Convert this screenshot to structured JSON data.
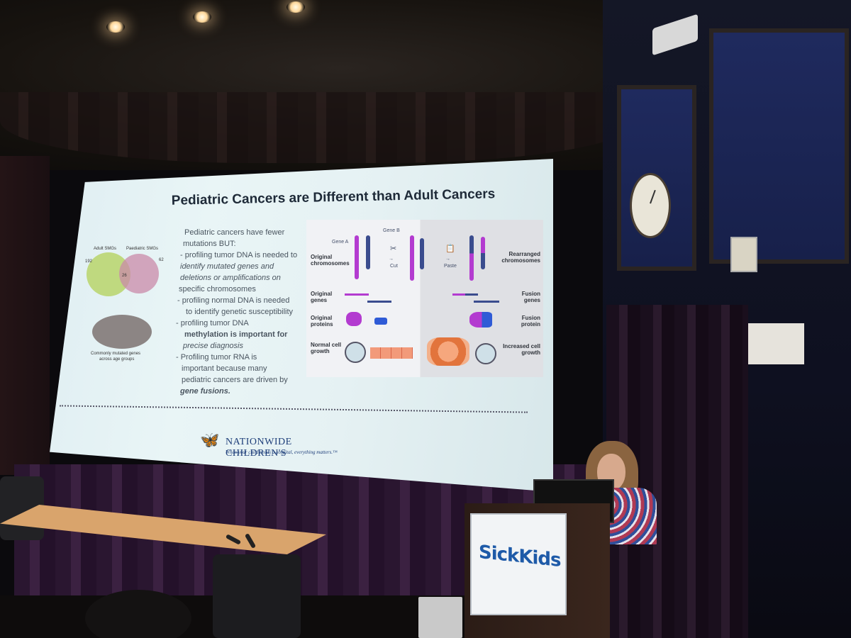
{
  "slide": {
    "title": "Pediatric Cancers are Different than Adult Cancers",
    "venn": {
      "left_label": "Adult SMGs",
      "right_label": "Paediatric SMGs",
      "left_count": "192",
      "right_count": "62",
      "overlap_count": "26",
      "caption_line1": "Commonly mutated genes",
      "caption_line2": "across age groups",
      "colors": {
        "adult": "#b9d56a",
        "paediatric": "#c98aa8",
        "common": "#8c8584"
      }
    },
    "bullets": {
      "intro_1": "Pediatric cancers have fewer",
      "intro_2": "mutations BUT:",
      "b1_1": "- profiling tumor DNA is needed to",
      "b1_2": "identify mutated genes and",
      "b1_3": "deletions or amplifications on",
      "b1_4": "specific chromosomes",
      "b2_1": "- profiling normal DNA is needed",
      "b2_2": "to identify genetic susceptibility",
      "b3_1": "- profiling tumor DNA",
      "b3_2": "methylation is important for",
      "b3_3": "precise diagnosis",
      "b4_1": "- Profiling tumor RNA is",
      "b4_2": "important because many",
      "b4_3": "pediatric cancers are driven by",
      "b4_4": "gene fusions."
    },
    "figure": {
      "gene_a": "Gene A",
      "gene_b": "Gene B",
      "original_chromosomes": "Original chromosomes",
      "cut": "Cut",
      "paste": "Paste",
      "rearranged_chromosomes": "Rearranged chromosomes",
      "original_genes": "Original genes",
      "fusion_genes": "Fusion genes",
      "original_proteins": "Original proteins",
      "fusion_protein": "Fusion protein",
      "normal_growth": "Normal cell growth",
      "increased_growth": "Increased cell growth"
    },
    "logo": {
      "name": "NATIONWIDE CHILDREN'S",
      "tagline": "When your child needs a hospital, everything matters.™"
    }
  },
  "podium_sign": "SickKids"
}
